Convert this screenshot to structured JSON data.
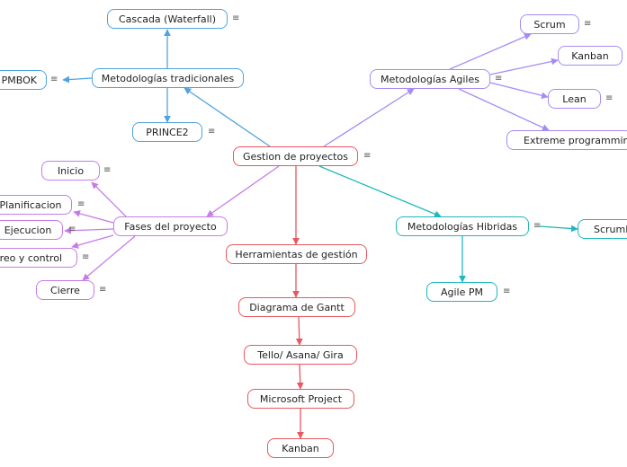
{
  "colors": {
    "blue": "#4fa3e0",
    "red": "#e8585f",
    "purple": "#a68bf5",
    "violet": "#c57ce6",
    "teal": "#1fb8bb"
  },
  "menu_glyph": "≡",
  "nodes": {
    "root": "Gestion de proyectos",
    "tradicionales": "Metodologías tradicionales",
    "cascada": "Cascada (Waterfall)",
    "pmbok": "PMBOK",
    "prince2": "PRINCE2",
    "agiles": "Metodologías Agiles",
    "scrum": "Scrum",
    "kanban_agil": "Kanban",
    "lean": "Lean",
    "xp": "Extreme programming",
    "fases": "Fases del proyecto",
    "inicio": "Inicio",
    "planificacion": "Planificacion",
    "ejecucion": "Ejecucion",
    "monitoreo": "Monitoreo y control",
    "cierre": "Cierre",
    "herramientas": "Herramientas de gestión",
    "gantt": "Diagrama de Gantt",
    "tello": "Tello/ Asana/ Gira",
    "msproject": "Microsoft Project",
    "kanban_tool": "Kanban",
    "hibridas": "Metodologías Hibridas",
    "scrumban": "ScrumBan",
    "agilepm": "Agile PM"
  }
}
